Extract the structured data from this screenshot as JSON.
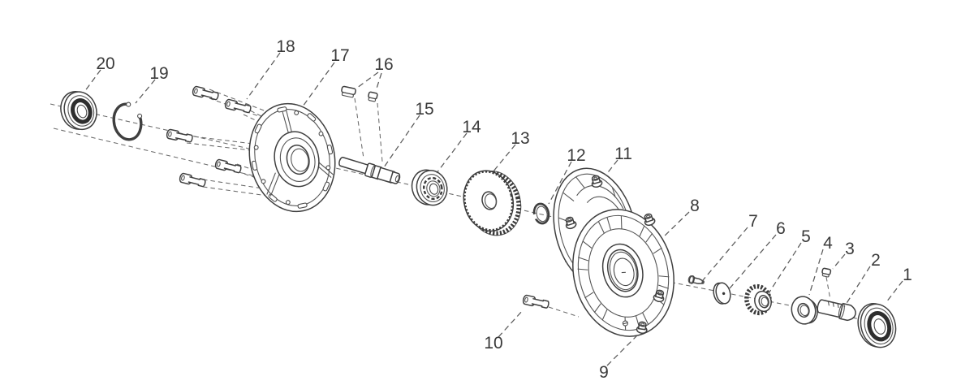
{
  "diagram": {
    "type": "exploded-parts-diagram",
    "description": "Exploded view line drawing of a wheel hub / final drive assembly with numbered callouts",
    "background_color": "#ffffff",
    "line_color": "#3f3f3f",
    "label_color": "#3a3a3a",
    "callouts": [
      {
        "number": "1",
        "part": "oil-seal-rear"
      },
      {
        "number": "2",
        "part": "spacer-bushing"
      },
      {
        "number": "3",
        "part": "woodruff-key-small"
      },
      {
        "number": "4",
        "part": "collar-bushing"
      },
      {
        "number": "5",
        "part": "pinion-gear"
      },
      {
        "number": "6",
        "part": "washer-disc"
      },
      {
        "number": "7",
        "part": "screw-small"
      },
      {
        "number": "8",
        "part": "hub-stud"
      },
      {
        "number": "9",
        "part": "flange-nut"
      },
      {
        "number": "10",
        "part": "hex-bolt"
      },
      {
        "number": "11",
        "part": "bearing-housing-cover"
      },
      {
        "number": "12",
        "part": "snap-ring"
      },
      {
        "number": "13",
        "part": "drive-gear"
      },
      {
        "number": "14",
        "part": "ball-bearing"
      },
      {
        "number": "15",
        "part": "drive-shaft"
      },
      {
        "number": "16",
        "part": "shaft-keys"
      },
      {
        "number": "17",
        "part": "hub-flange-plate"
      },
      {
        "number": "18",
        "part": "socket-head-bolts"
      },
      {
        "number": "19",
        "part": "circlip"
      },
      {
        "number": "20",
        "part": "oil-seal-front"
      }
    ]
  }
}
